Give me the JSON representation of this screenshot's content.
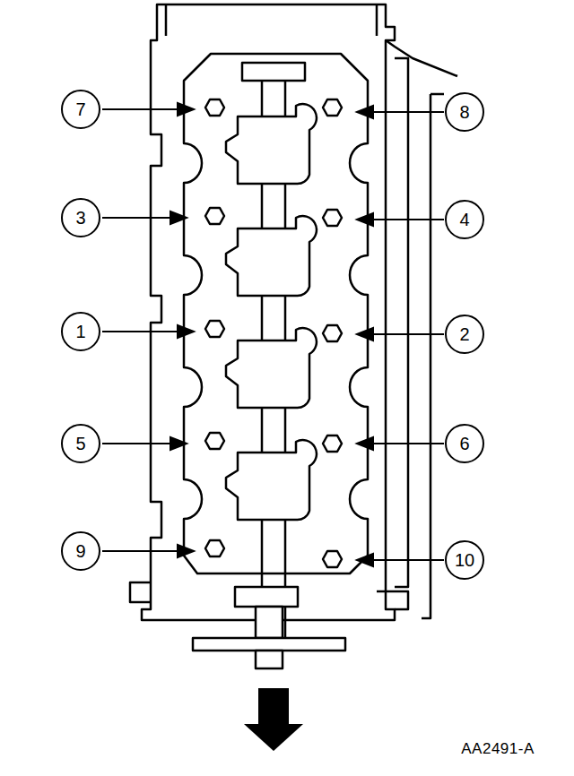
{
  "diagram": {
    "nodes": [
      {
        "text": [
          "7"
        ]
      },
      {
        "text": [
          "8"
        ]
      },
      {
        "text": [
          "3"
        ]
      },
      {
        "text": [
          "4"
        ]
      },
      {
        "text": [
          "1"
        ]
      },
      {
        "text": [
          "2"
        ]
      },
      {
        "text": [
          "5"
        ]
      },
      {
        "text": [
          "6"
        ]
      },
      {
        "text": [
          "9"
        ]
      },
      {
        "text": [
          "10"
        ]
      }
    ],
    "labels": [
      "AA2491-A"
    ]
  }
}
